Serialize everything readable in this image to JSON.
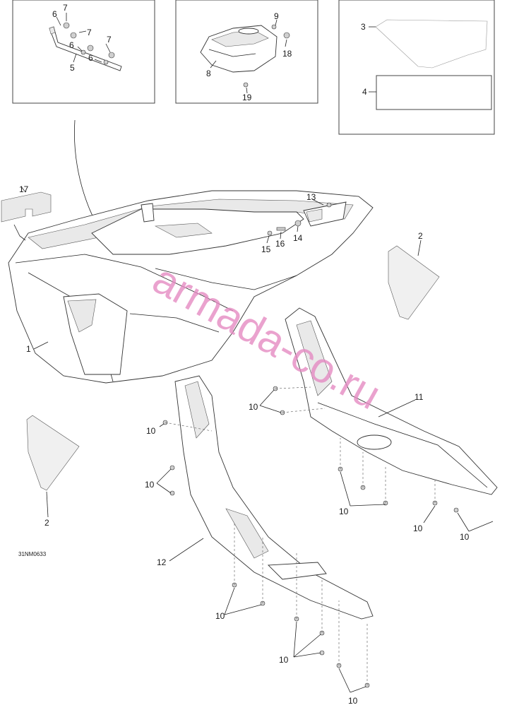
{
  "diagram": {
    "code": "31NM0633",
    "watermark": "armada-co.ru",
    "callouts": {
      "c6a": "6",
      "c7a": "7",
      "c7b": "7",
      "c6b": "6",
      "c6c": "6",
      "c7c": "7",
      "c5": "5",
      "c9": "9",
      "c18": "18",
      "c8": "8",
      "c19": "19",
      "c3": "3",
      "c4": "4",
      "c17": "17",
      "c13": "13",
      "c15": "15",
      "c16": "16",
      "c14": "14",
      "c2a": "2",
      "c1": "1",
      "c11": "11",
      "c10a": "10",
      "c10b": "10",
      "c10c": "10",
      "c10d": "10",
      "c10e": "10",
      "c10f": "10",
      "c2b": "2",
      "c12": "12",
      "c10g": "10",
      "c10h": "10",
      "c10i": "10"
    }
  }
}
